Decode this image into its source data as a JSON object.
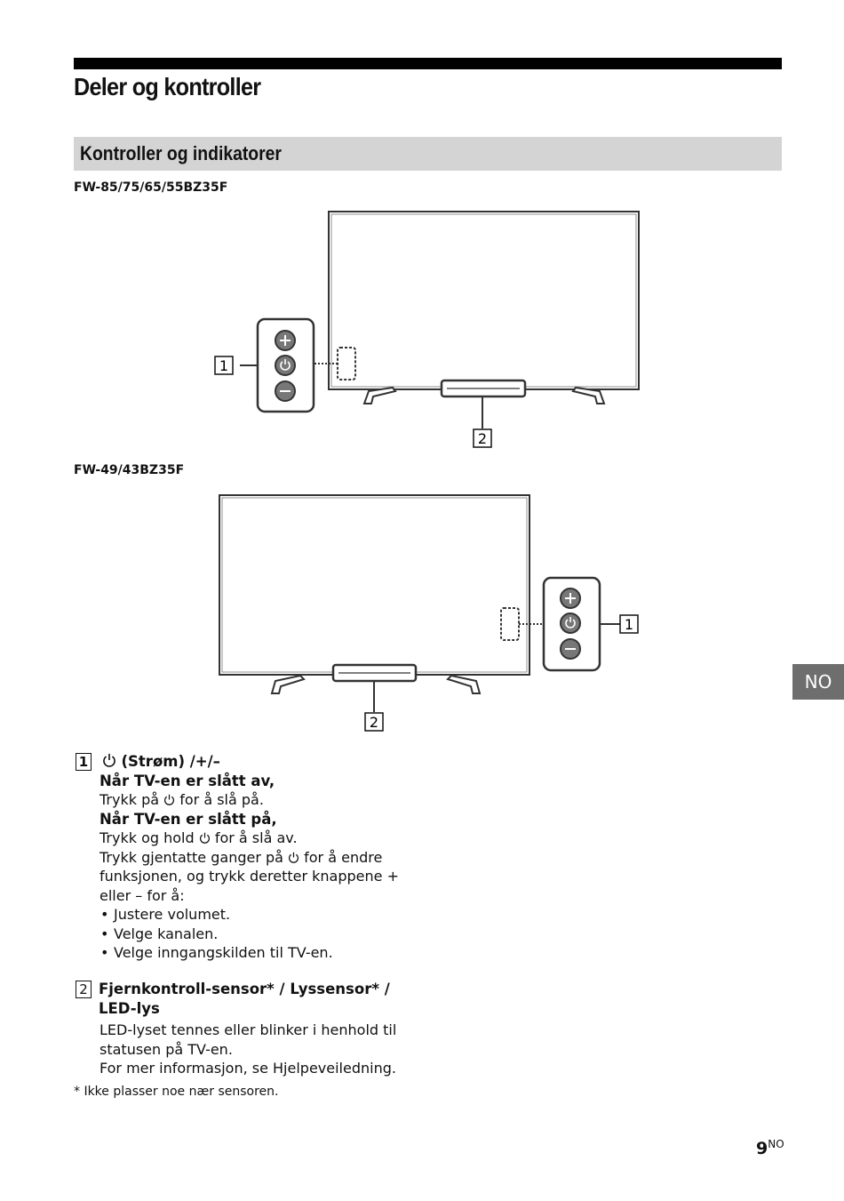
{
  "page": {
    "title": "Deler og kontroller",
    "section_title": "Kontroller og indikatorer",
    "side_tab": "NO",
    "page_number": "9",
    "page_suffix": "NO"
  },
  "figures": [
    {
      "model": "FW-85/75/65/55BZ35F",
      "callout_1": "1",
      "callout_2": "2"
    },
    {
      "model": "FW-49/43BZ35F",
      "callout_1": "1",
      "callout_2": "2"
    }
  ],
  "items": [
    {
      "number": "1",
      "heading": "(Strøm) /+/–",
      "sub1": "Når TV-en er slått av,",
      "line1_pre": "Trykk på ",
      "line1_post": " for å slå på.",
      "sub2": "Når TV-en er slått på,",
      "line2_pre": "Trykk og hold ",
      "line2_post": " for å slå av.",
      "line3_pre": "Trykk gjentatte ganger på ",
      "line3_post": " for å endre funksjonen, og trykk deretter knappene + eller – for å:",
      "bullets": [
        "Justere volumet.",
        "Velge kanalen.",
        "Velge inngangskilden til TV-en."
      ]
    },
    {
      "number": "2",
      "heading": "Fjernkontroll-sensor* / Lyssensor* / LED-lys",
      "text1": "LED-lyset tennes eller blinker i henhold til statusen på TV-en.",
      "text2": "For mer informasjon, se Hjelpeveiledning."
    }
  ],
  "footnote": "*  Ikke plasser noe nær sensoren.",
  "icons": [
    "power-icon",
    "plus-button-icon",
    "minus-button-icon"
  ]
}
